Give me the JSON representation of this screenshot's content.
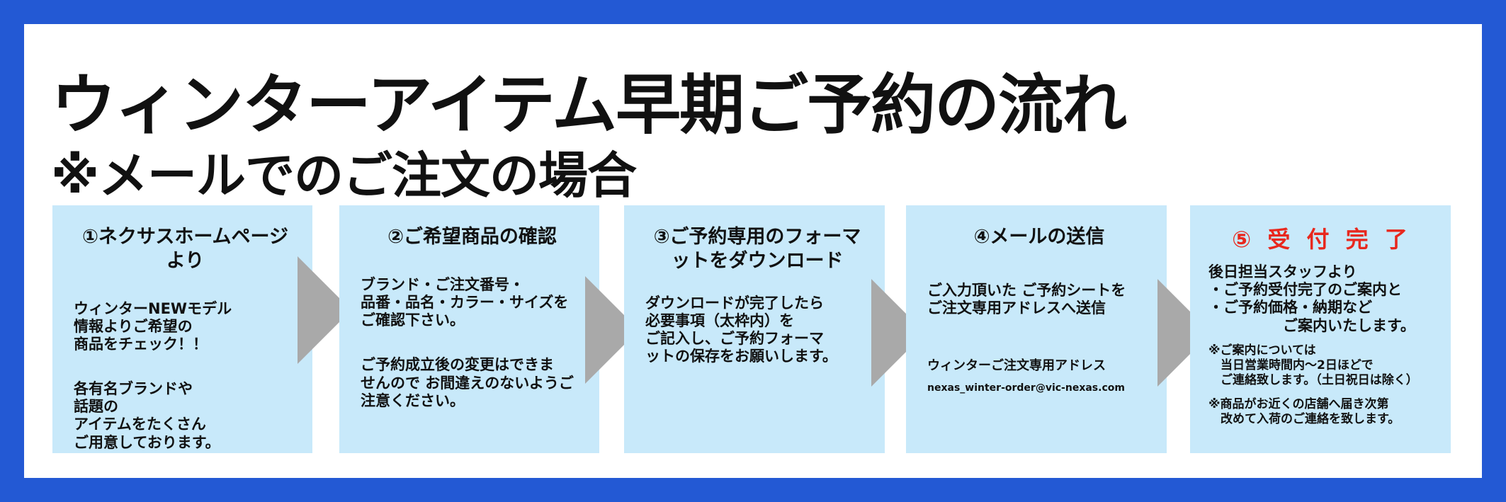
{
  "header": {
    "title": "ウィンターアイテム早期ご予約の流れ",
    "subtitle": "※メールでのご注文の場合"
  },
  "steps": [
    {
      "title": "①ネクサスホームページより",
      "paragraphs": [
        "ウィンターNEWモデル\n情報よりご希望の\n商品をチェック！！",
        "各有名ブランドや\n話題の\nアイテムをたくさん\nご用意しております。"
      ]
    },
    {
      "title": "②ご希望商品の確認",
      "paragraphs": [
        "ブランド・ご注文番号・\n品番・品名・カラー・サイズを\nご確認下さい。",
        "ご予約成立後の変更はできま\nせんので お間違えのないようご\n注意ください。"
      ]
    },
    {
      "title": "③ご予約専用のフォーマ\nットをダウンロード",
      "paragraphs": [
        "ダウンロードが完了したら\n必要事項（太枠内）を\nご記入し、ご予約フォーマ\nットの保存をお願いします。"
      ]
    },
    {
      "title": "④メールの送信",
      "paragraphs": [
        "ご入力頂いた ご予約シートを\nご注文専用アドレスへ送信"
      ],
      "address_label": "ウィンターご注文専用アドレス",
      "email": "nexas_winter-order@vic-nexas.com"
    },
    {
      "title": "⑤ 受 付 完 了",
      "paragraphs": [
        "後日担当スタッフより\n・ご予約受付完了のご案内と\n・ご予約価格・納期など\n　　　　　ご案内いたします。"
      ],
      "notes": [
        "※ご案内については\n　当日営業時間内〜2日ほどで\n　ご連絡致します。（土日祝日は除く）",
        "※商品がお近くの店舗へ届き次第\n　改めて入荷のご連絡を致します。"
      ]
    }
  ],
  "colors": {
    "frame": "#2359D4",
    "box": "#C8E9FA",
    "arrow": "#A9A9A9",
    "accent": "#E8281E"
  },
  "icons": [
    "chevron-right-icon"
  ]
}
